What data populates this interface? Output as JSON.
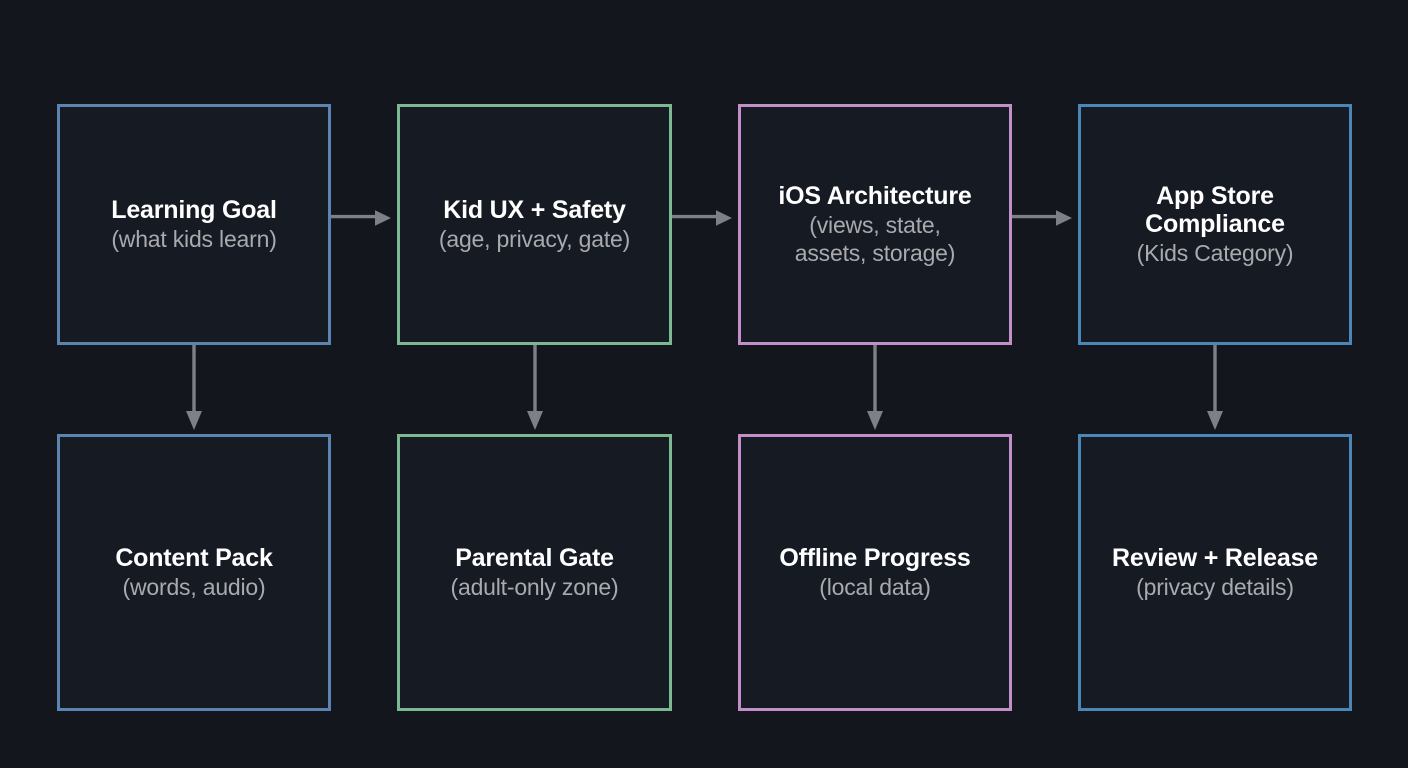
{
  "diagram": {
    "background_color": "#13161d",
    "node_fill_color": "#161a23",
    "title_color": "#ffffff",
    "subtitle_color": "#a9aaae",
    "arrow_color": "#7d8086",
    "nodes": [
      {
        "id": "learning-goal",
        "title": "Learning Goal",
        "subtitle": "(what kids learn)",
        "border_color": "#5b84b1"
      },
      {
        "id": "kid-ux-safety",
        "title": "Kid UX + Safety",
        "subtitle": "(age, privacy, gate)",
        "border_color": "#7cb892"
      },
      {
        "id": "ios-architecture",
        "title": "iOS Architecture",
        "subtitle": "(views, state,\nassets, storage)",
        "border_color": "#c38fc8"
      },
      {
        "id": "app-store-compliance",
        "title": "App Store\nCompliance",
        "subtitle": "(Kids Category)",
        "border_color": "#4a86b8"
      },
      {
        "id": "content-pack",
        "title": "Content Pack",
        "subtitle": "(words, audio)",
        "border_color": "#5b84b1"
      },
      {
        "id": "parental-gate",
        "title": "Parental Gate",
        "subtitle": "(adult-only zone)",
        "border_color": "#7cb892"
      },
      {
        "id": "offline-progress",
        "title": "Offline Progress",
        "subtitle": "(local data)",
        "border_color": "#c38fc8"
      },
      {
        "id": "review-release",
        "title": "Review + Release",
        "subtitle": "(privacy details)",
        "border_color": "#4a86b8"
      }
    ],
    "edges": [
      {
        "id": "learning-goal-to-kid-ux",
        "from": "learning-goal",
        "to": "kid-ux-safety",
        "direction": "right"
      },
      {
        "id": "kid-ux-to-ios-architecture",
        "from": "kid-ux-safety",
        "to": "ios-architecture",
        "direction": "right"
      },
      {
        "id": "ios-architecture-to-app-store",
        "from": "ios-architecture",
        "to": "app-store-compliance",
        "direction": "right"
      },
      {
        "id": "learning-goal-to-content-pack",
        "from": "learning-goal",
        "to": "content-pack",
        "direction": "down"
      },
      {
        "id": "kid-ux-to-parental-gate",
        "from": "kid-ux-safety",
        "to": "parental-gate",
        "direction": "down"
      },
      {
        "id": "ios-architecture-to-offline-progress",
        "from": "ios-architecture",
        "to": "offline-progress",
        "direction": "down"
      },
      {
        "id": "app-store-to-review-release",
        "from": "app-store-compliance",
        "to": "review-release",
        "direction": "down"
      }
    ]
  }
}
